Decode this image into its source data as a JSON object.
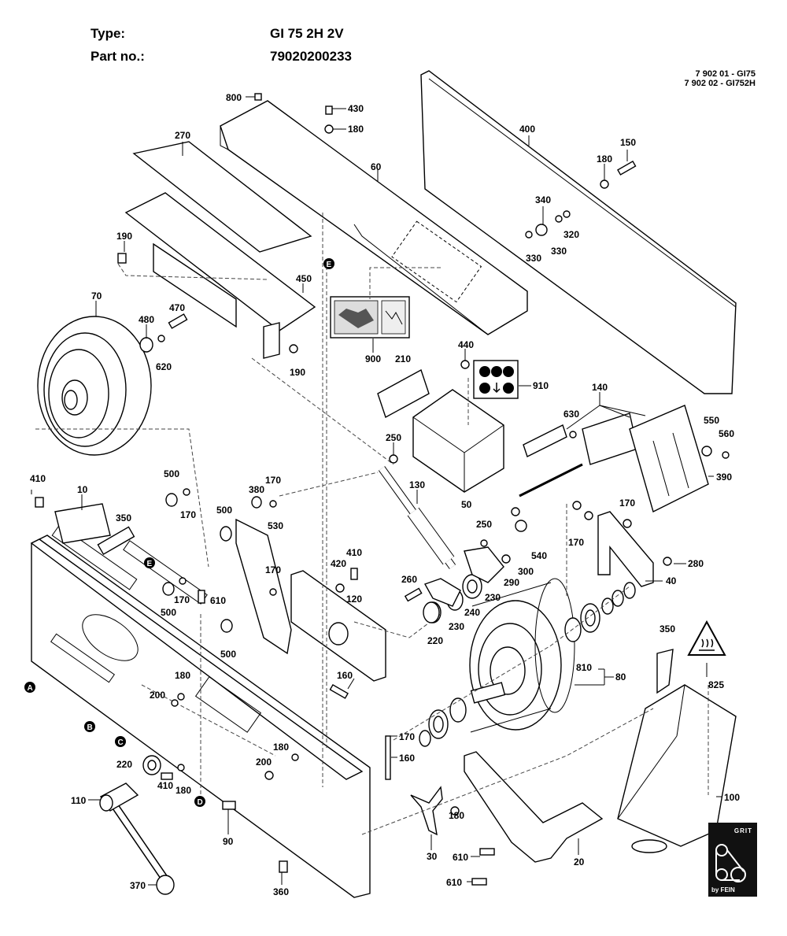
{
  "header": {
    "type_label": "Type:",
    "type_value": "GI 75 2H 2V",
    "partno_label": "Part no.:",
    "partno_value": "79020200233"
  },
  "reference": {
    "line1": "7 902 01 - GI75",
    "line2": "7 902 02 - GI752H"
  },
  "logo": {
    "top_text": "GRIT",
    "bottom_text": "by FEIN"
  },
  "part_labels": {
    "p800": "800",
    "p430": "430",
    "p180a": "180",
    "p270": "270",
    "p60": "60",
    "p400": "400",
    "p150": "150",
    "p180b": "180",
    "p340": "340",
    "p320": "320",
    "p330a": "330",
    "p330b": "330",
    "p190a": "190",
    "p450": "450",
    "p70": "70",
    "p480": "480",
    "p470": "470",
    "p620": "620",
    "p190b": "190",
    "p900": "900",
    "p440": "440",
    "p210": "210",
    "p910": "910",
    "p140": "140",
    "p630": "630",
    "p550": "550",
    "p560": "560",
    "p390": "390",
    "p250a": "250",
    "p50": "50",
    "p130": "130",
    "p410a": "410",
    "p10": "10",
    "p350a": "350",
    "p500a": "500",
    "p170a": "170",
    "p380": "380",
    "p170b": "170",
    "p530": "530",
    "p500b": "500",
    "p170c": "170",
    "p170d": "170",
    "p500c": "500",
    "p610a": "610",
    "p500d": "500",
    "p410b": "410",
    "p420": "420",
    "p120": "120",
    "p250b": "250",
    "p540": "540",
    "p300": "300",
    "p290": "290",
    "p260": "260",
    "p230a": "230",
    "p240": "240",
    "p230b": "230",
    "p220a": "220",
    "p170e": "170",
    "p170f": "170",
    "p280": "280",
    "p40": "40",
    "p350b": "350",
    "p825": "825",
    "p810": "810",
    "p80": "80",
    "p180c": "180",
    "p200a": "200",
    "p160a": "160",
    "p170g": "170",
    "p160b": "160",
    "p180d": "180",
    "p200b": "200",
    "p220b": "220",
    "p410c": "410",
    "p180e": "180",
    "p110": "110",
    "p370": "370",
    "p90": "90",
    "p360": "360",
    "p180f": "180",
    "p30": "30",
    "p610b": "610",
    "p610c": "610",
    "p20": "20",
    "p100": "100"
  },
  "markers": {
    "A": "A",
    "B": "B",
    "C": "C",
    "D": "D",
    "E1": "E",
    "E2": "E"
  }
}
